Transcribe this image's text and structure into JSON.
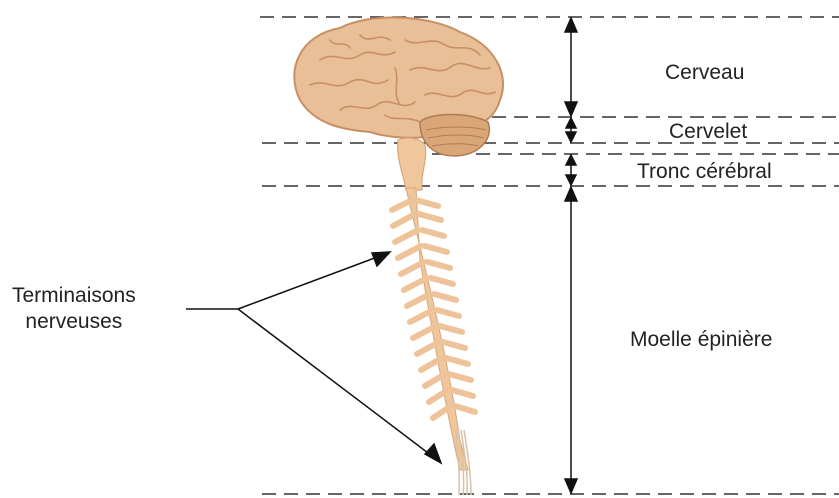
{
  "labels": {
    "cerveau": "Cerveau",
    "cervelet": "Cervelet",
    "tronc": "Tronc cérébral",
    "moelle": "Moelle épinière",
    "terminaisons_line1": "Terminaisons",
    "terminaisons_line2": "nerveuses"
  },
  "colors": {
    "brain": "#e8bf96",
    "brain_shadow": "#c98f64",
    "cerebellum": "#d9a678",
    "spinal": "#f0c79c",
    "nerve": "#eec39a",
    "dash": "#333333"
  },
  "icons": {
    "brain": "brain-icon",
    "arrow": "double-arrow-icon"
  }
}
